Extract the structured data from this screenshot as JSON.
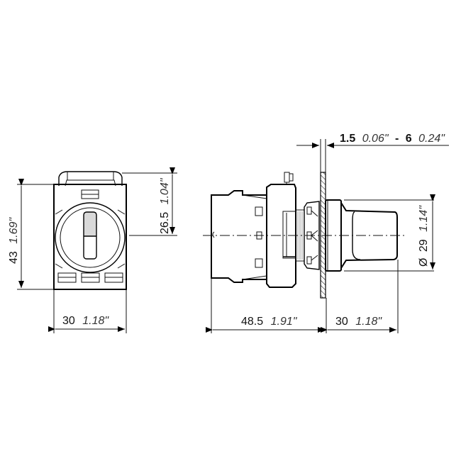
{
  "drawing": {
    "subject": "selector switch dimensional drawing",
    "front_view": {
      "height": {
        "mm": "43",
        "inch": "1.69\""
      },
      "width": {
        "mm": "30",
        "inch": "1.18\""
      },
      "center_offset": {
        "mm": "26.5",
        "inch": "1.04\""
      },
      "indicator_fill": "#d9d9d9"
    },
    "side_view": {
      "panel_thickness": {
        "mm_min": "1.5",
        "inch_min": "0.06\"",
        "separator": "-",
        "mm_max": "6",
        "inch_max": "0.24\""
      },
      "depth_behind_panel": {
        "mm": "48.5",
        "inch": "1.91\""
      },
      "depth_in_front": {
        "mm": "30",
        "inch": "1.18\""
      },
      "diameter": {
        "symbol": "Ø",
        "mm": "29",
        "inch": "1.14\""
      }
    }
  }
}
